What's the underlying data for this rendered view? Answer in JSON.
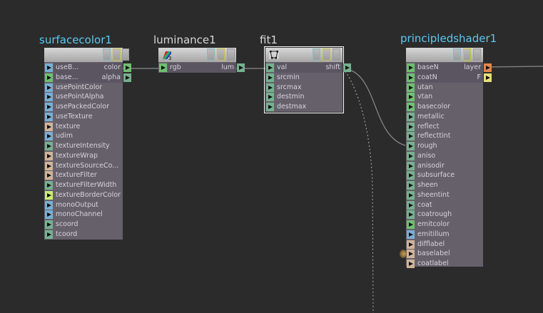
{
  "colors": {
    "background": "#2b2b2b",
    "node_body": "#66606b",
    "title_blue": "#5ec8f0",
    "title_white": "#d8d8d8",
    "wire": "#8a8a8a"
  },
  "nodes": [
    {
      "id": "surfacecolor1",
      "title": "surfacecolor1",
      "title_color": "#5ec8f0",
      "selected": false,
      "icon": "none",
      "inputs": [
        {
          "label": "useB...",
          "color": "blue"
        },
        {
          "label": "base...",
          "color": "green"
        },
        {
          "label": "usePointColor",
          "color": "blue"
        },
        {
          "label": "usePointAlpha",
          "color": "blue"
        },
        {
          "label": "usePackedColor",
          "color": "blue"
        },
        {
          "label": "useTexture",
          "color": "blue"
        },
        {
          "label": "texture",
          "color": "tan"
        },
        {
          "label": "udim",
          "color": "blue"
        },
        {
          "label": "textureIntensity",
          "color": "teal"
        },
        {
          "label": "textureWrap",
          "color": "tan"
        },
        {
          "label": "textureSourceCo...",
          "color": "tan"
        },
        {
          "label": "textureFilter",
          "color": "tan"
        },
        {
          "label": "textureFilterWidth",
          "color": "teal"
        },
        {
          "label": "textureBorderColor",
          "color": "lime"
        },
        {
          "label": "monoOutput",
          "color": "blue"
        },
        {
          "label": "monoChannel",
          "color": "blue"
        },
        {
          "label": "scoord",
          "color": "teal"
        },
        {
          "label": "tcoord",
          "color": "teal"
        }
      ],
      "outputs": [
        {
          "label": "color",
          "color": "green"
        },
        {
          "label": "alpha",
          "color": "teal"
        }
      ]
    },
    {
      "id": "luminance1",
      "title": "luminance1",
      "title_color": "#d8d8d8",
      "selected": false,
      "icon": "rgb-luminance-icon",
      "inputs": [
        {
          "label": "rgb",
          "color": "green"
        }
      ],
      "outputs": [
        {
          "label": "lum",
          "color": "teal"
        }
      ]
    },
    {
      "id": "fit1",
      "title": "fit1",
      "title_color": "#d8d8d8",
      "selected": true,
      "icon": "fit-range-icon",
      "inputs": [
        {
          "label": "val",
          "color": "teal"
        },
        {
          "label": "srcmin",
          "color": "teal"
        },
        {
          "label": "srcmax",
          "color": "teal"
        },
        {
          "label": "destmin",
          "color": "teal"
        },
        {
          "label": "destmax",
          "color": "teal"
        }
      ],
      "outputs": [
        {
          "label": "shift",
          "color": "teal"
        }
      ]
    },
    {
      "id": "principledshader1",
      "title": "principledshader1",
      "title_color": "#5ec8f0",
      "selected": false,
      "icon": "none",
      "inputs": [
        {
          "label": "baseN",
          "color": "green"
        },
        {
          "label": "coatN",
          "color": "green"
        },
        {
          "label": "utan",
          "color": "green"
        },
        {
          "label": "vtan",
          "color": "green"
        },
        {
          "label": "basecolor",
          "color": "green"
        },
        {
          "label": "metallic",
          "color": "teal"
        },
        {
          "label": "reflect",
          "color": "teal"
        },
        {
          "label": "reflecttint",
          "color": "teal"
        },
        {
          "label": "rough",
          "color": "teal"
        },
        {
          "label": "aniso",
          "color": "teal"
        },
        {
          "label": "anisodir",
          "color": "teal"
        },
        {
          "label": "subsurface",
          "color": "teal"
        },
        {
          "label": "sheen",
          "color": "teal"
        },
        {
          "label": "sheentint",
          "color": "teal"
        },
        {
          "label": "coat",
          "color": "teal"
        },
        {
          "label": "coatrough",
          "color": "teal"
        },
        {
          "label": "emitcolor",
          "color": "green"
        },
        {
          "label": "emitillum",
          "color": "blue"
        },
        {
          "label": "difflabel",
          "color": "tan"
        },
        {
          "label": "baselabel",
          "color": "tan"
        },
        {
          "label": "coatlabel",
          "color": "tan"
        }
      ],
      "outputs": [
        {
          "label": "layer",
          "color": "orange"
        },
        {
          "label": "F",
          "color": "yellow"
        }
      ]
    }
  ],
  "connections": [
    {
      "from": "surfacecolor1.color",
      "to": "luminance1.rgb",
      "style": "solid"
    },
    {
      "from": "luminance1.lum",
      "to": "fit1.val",
      "style": "solid"
    },
    {
      "from": "fit1.shift",
      "to": "principledshader1.rough",
      "style": "solid"
    },
    {
      "from": "fit1.shift",
      "to": "offscreen-below",
      "style": "dashed"
    },
    {
      "from": "principledshader1.layer",
      "to": "offscreen-right",
      "style": "solid"
    }
  ]
}
